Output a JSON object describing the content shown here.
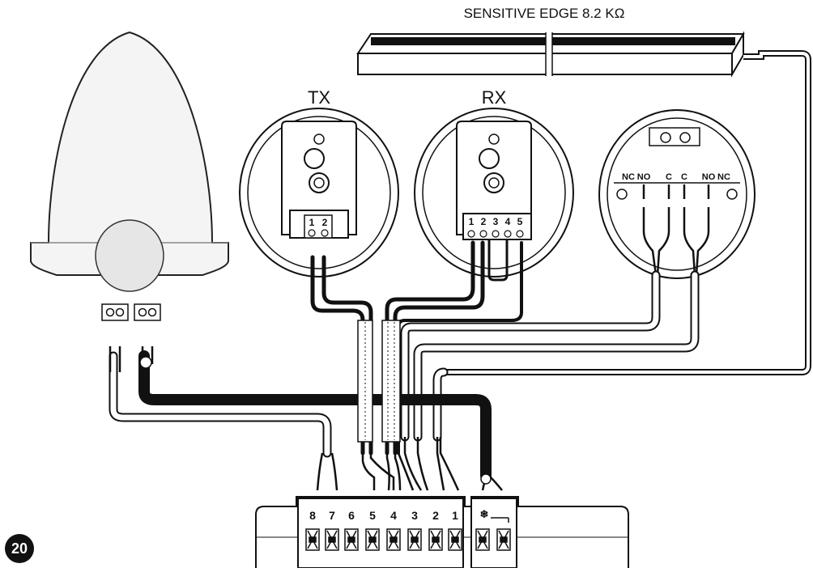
{
  "figure_number": "20",
  "sensitive_edge": {
    "label": "SENSITIVE EDGE 8.2 KΩ"
  },
  "transmitter": {
    "label": "TX",
    "terminals": [
      "1",
      "2"
    ]
  },
  "receiver": {
    "label": "RX",
    "terminals": [
      "1",
      "2",
      "3",
      "4",
      "5"
    ]
  },
  "key_selector": {
    "contacts": [
      "NC",
      "NO",
      "C",
      "C",
      "NO",
      "NC"
    ]
  },
  "control_board": {
    "terminals": [
      "8",
      "7",
      "6",
      "5",
      "4",
      "3",
      "2",
      "1"
    ],
    "antenna_symbol": "❄"
  }
}
